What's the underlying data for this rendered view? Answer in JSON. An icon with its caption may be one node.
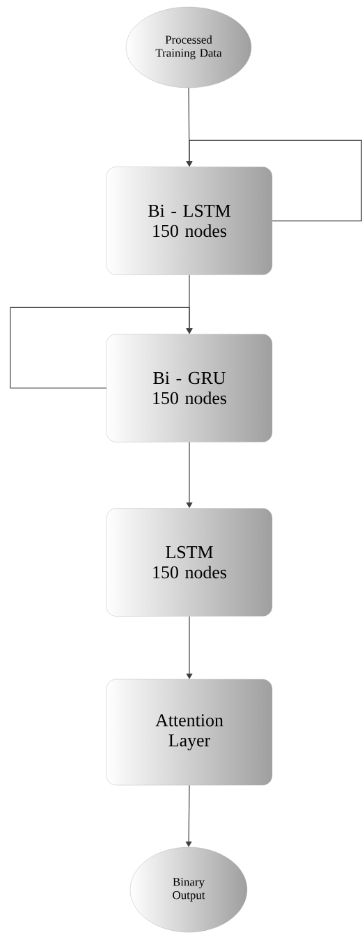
{
  "diagram": {
    "nodes": [
      {
        "text": [
          "Processed Training Data"
        ]
      },
      {
        "text": [
          "Bi - LSTM 150 nodes"
        ]
      },
      {
        "text": [
          "Bi - GRU 150 nodes"
        ]
      },
      {
        "text": [
          "LSTM 150 nodes"
        ]
      },
      {
        "text": [
          "Attention Layer"
        ]
      },
      {
        "text": [
          "Binary Output"
        ]
      }
    ],
    "edges": [
      {
        "from": 0,
        "to": 1,
        "arrow": "to"
      },
      {
        "from": 1,
        "to": 1,
        "arrow": "to"
      },
      {
        "from": 1,
        "to": 2,
        "arrow": "to"
      },
      {
        "from": 2,
        "to": 2,
        "arrow": "to"
      },
      {
        "from": 2,
        "to": 3,
        "arrow": "to"
      },
      {
        "from": 3,
        "to": 4,
        "arrow": "to"
      },
      {
        "from": 4,
        "to": 5,
        "arrow": "to"
      }
    ]
  }
}
